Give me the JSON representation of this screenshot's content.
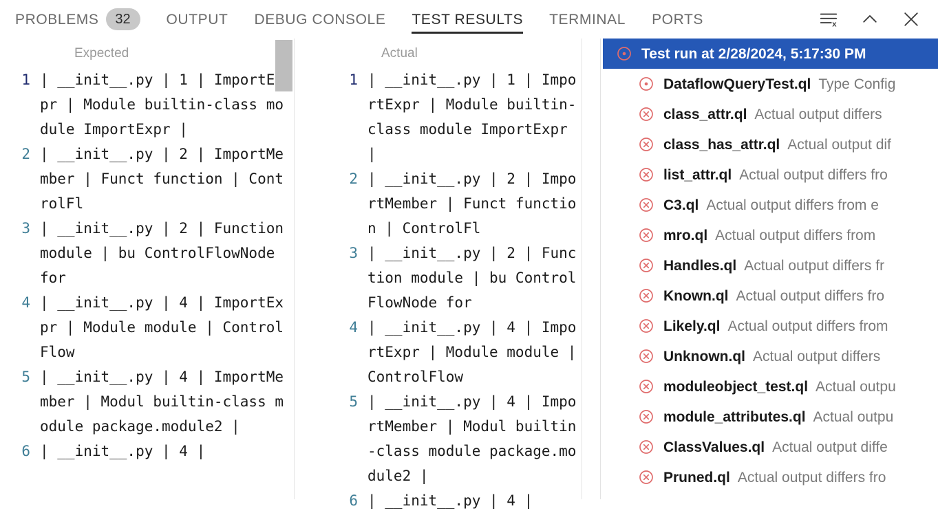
{
  "panel": {
    "tabs": [
      {
        "label": "PROBLEMS",
        "badge": "32",
        "active": false,
        "name": "tab-problems"
      },
      {
        "label": "OUTPUT",
        "badge": null,
        "active": false,
        "name": "tab-output"
      },
      {
        "label": "DEBUG CONSOLE",
        "badge": null,
        "active": false,
        "name": "tab-debug-console"
      },
      {
        "label": "TEST RESULTS",
        "badge": null,
        "active": true,
        "name": "tab-test-results"
      },
      {
        "label": "TERMINAL",
        "badge": null,
        "active": false,
        "name": "tab-terminal"
      },
      {
        "label": "PORTS",
        "badge": null,
        "active": false,
        "name": "tab-ports"
      }
    ],
    "actions": [
      {
        "name": "clear-output-icon",
        "title": "Clear Output"
      },
      {
        "name": "chevron-up-icon",
        "title": "Maximize Panel"
      },
      {
        "name": "close-icon",
        "title": "Close Panel"
      }
    ]
  },
  "diff": {
    "expected": {
      "title": "Expected",
      "lines": [
        {
          "num": "1",
          "text": "| __init__.py | 1 | ImportExpr | Module builtin-class module ImportExpr |",
          "first": "| __init__.py | 1 |",
          "current": true
        },
        {
          "num": "2",
          "text": "| __init__.py | 2 | ImportMember | Funct function | ControlFl",
          "first": "| __init__.py | 2 |",
          "current": false
        },
        {
          "num": "3",
          "text": "| __init__.py | 2 | Function module | bu ControlFlowNode for",
          "first": "| __init__.py | 2 |",
          "current": false
        },
        {
          "num": "4",
          "text": "| __init__.py | 4 | ImportExpr | Module module | ControlFlow",
          "first": "| __init__.py | 4 |",
          "current": false
        },
        {
          "num": "5",
          "text": "| __init__.py | 4 | ImportMember | Modul builtin-class module package.module2 |",
          "first": "| __init__.py | 4 |",
          "current": false
        },
        {
          "num": "6",
          "text": "| __init__.py | 4 |",
          "first": "| __init__.py | 4 |",
          "current": false
        }
      ]
    },
    "actual": {
      "title": "Actual",
      "lines": [
        {
          "num": "1",
          "text": "| __init__.py | 1 | ImportExpr | Module builtin-class module ImportExpr |",
          "first": "| __init__.py | 1 |",
          "current": true
        },
        {
          "num": "2",
          "text": "| __init__.py | 2 | ImportMember | Funct function | ControlFl",
          "first": "| __init__.py | 2 |",
          "current": false
        },
        {
          "num": "3",
          "text": "| __init__.py | 2 | Function module | bu ControlFlowNode for",
          "first": "| __init__.py | 2 |",
          "current": false
        },
        {
          "num": "4",
          "text": "| __init__.py | 4 | ImportExpr | Module module | ControlFlow",
          "first": "| __init__.py | 4 |",
          "current": false
        },
        {
          "num": "5",
          "text": "| __init__.py | 4 | ImportMember | Modul builtin-class module package.module2 |",
          "first": "| __init__.py | 4 |",
          "current": false
        },
        {
          "num": "6",
          "text": "| __init__.py | 4 |",
          "first": "| __init__.py | 4 |",
          "current": false
        }
      ]
    }
  },
  "test_tree": {
    "root": {
      "label": "Test run at 2/28/2024, 5:17:30 PM",
      "icon": "test-error-dot-icon",
      "selected": true
    },
    "items": [
      {
        "label": "DataflowQueryTest.ql",
        "desc": "Type Config",
        "icon": "test-error-dot-icon"
      },
      {
        "label": "class_attr.ql",
        "desc": "Actual output differs",
        "icon": "test-failed-icon"
      },
      {
        "label": "class_has_attr.ql",
        "desc": "Actual output dif",
        "icon": "test-failed-icon"
      },
      {
        "label": "list_attr.ql",
        "desc": "Actual output differs fro",
        "icon": "test-failed-icon"
      },
      {
        "label": "C3.ql",
        "desc": "Actual output differs from e",
        "icon": "test-failed-icon"
      },
      {
        "label": "mro.ql",
        "desc": "Actual output differs from",
        "icon": "test-failed-icon"
      },
      {
        "label": "Handles.ql",
        "desc": "Actual output differs fr",
        "icon": "test-failed-icon"
      },
      {
        "label": "Known.ql",
        "desc": "Actual output differs fro",
        "icon": "test-failed-icon"
      },
      {
        "label": "Likely.ql",
        "desc": "Actual output differs from",
        "icon": "test-failed-icon"
      },
      {
        "label": "Unknown.ql",
        "desc": "Actual output differs",
        "icon": "test-failed-icon"
      },
      {
        "label": "moduleobject_test.ql",
        "desc": "Actual outpu",
        "icon": "test-failed-icon"
      },
      {
        "label": "module_attributes.ql",
        "desc": "Actual outpu",
        "icon": "test-failed-icon"
      },
      {
        "label": "ClassValues.ql",
        "desc": "Actual output diffe",
        "icon": "test-failed-icon"
      },
      {
        "label": "Pruned.ql",
        "desc": "Actual output differs fro",
        "icon": "test-failed-icon"
      }
    ]
  },
  "colors": {
    "selection_blue": "#2558b6",
    "error_red": "#e06c6c",
    "line_number": "#3f7e96",
    "line_number_active": "#1f2b6e",
    "muted_text": "#7a7a7a",
    "badge_bg": "#c8c8c8"
  }
}
